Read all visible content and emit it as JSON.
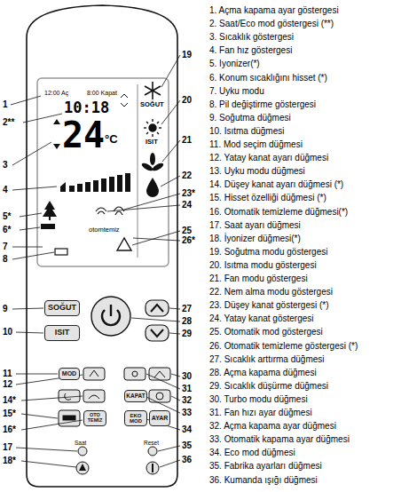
{
  "diagram": {
    "nodes": [
      {
        "text": [
          "SOĞUT"
        ]
      },
      {
        "text": [
          "ISIT"
        ]
      },
      {
        "text": [
          "MOD"
        ]
      },
      {
        "text": [
          "KAPAT"
        ]
      },
      {
        "text": [
          "OTO TEMİZ"
        ]
      },
      {
        "text": [
          "EKO MOD"
        ]
      },
      {
        "text": [
          "AYAR"
        ]
      }
    ],
    "labels": [
      "1",
      "2**",
      "3",
      "4",
      "5*",
      "6*",
      "7",
      "8",
      "9",
      "10",
      "11",
      "12",
      "14*",
      "15*",
      "16*",
      "17",
      "18*",
      "19",
      "20",
      "21",
      "22",
      "23*",
      "24",
      "25",
      "26*",
      "27",
      "28",
      "29",
      "30",
      "31",
      "32",
      "33",
      "34",
      "35",
      "36",
      "12:00 Aç",
      "8:00 Kapat",
      "10:18",
      "24",
      "°C",
      "SOĞUT",
      "ISIT",
      "otomtemiz",
      "Saat",
      "Reset",
      "1. Açma kapama ayar göstergesi",
      "2. Saat/Eco mod göstergesi (**)",
      "3. Sıcaklık göstergesi",
      "4. Fan hız göstergesi",
      "5. Iyonizer(*)",
      "6. Konum sıcaklığını hisset (*)",
      "7. Uyku modu",
      "8. Pil değiştirme göstergesi",
      "9. Soğutma düğmesi",
      "10. Isıtma düğmesi",
      "11. Mod seçim düğmesi",
      "12. Yatay kanat ayarı düğmesi",
      "13. Uyku modu düğmesi",
      "14. Düşey kanat ayarı düğmesi (*)",
      "15. Hisset özelliği düğmesi (*)",
      "16. Otomatik temizleme düğmesi(*)",
      "17. Saat ayarı düğmesi",
      "18. İyonizer düğmesi(*)",
      "19. Soğutma modu göstergesi",
      "20. Isıtma modu göstergesi",
      "21. Fan modu göstergesi",
      "22. Nem alma modu göstergesi",
      "23. Düşey kanat göstergesi (*)",
      "24. Yatay kanat göstergesi",
      "25. Otomatik mod göstergesi",
      "26. Otomatik temizleme göstergesi (*)",
      "27. Sıcaklık arttırma düğmesi",
      "28. Açma kapama düğmesi",
      "29. Sıcaklık düşürme düğmesi",
      "30. Turbo modu düğmesi",
      "31. Fan hızı ayar düğmesi",
      "32. Açma kapama ayar düğmesi",
      "33. Otomatik kapama ayar düğmesi",
      "34. Eco mod düğmesi",
      "35. Fabrika ayarları düğmesi",
      "36. Kumanda ışığı düğmesi"
    ]
  }
}
